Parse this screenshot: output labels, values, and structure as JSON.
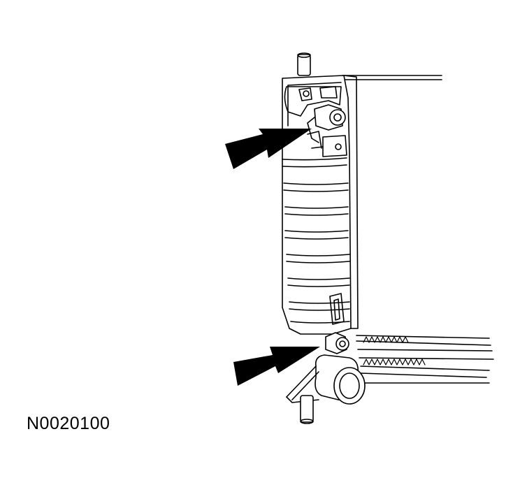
{
  "figure": {
    "id_label": "N0020100",
    "callouts": [
      "arrow-upper-fitting",
      "arrow-lower-fitting"
    ]
  },
  "colors": {
    "line": "#000000",
    "fill": "#ffffff"
  }
}
